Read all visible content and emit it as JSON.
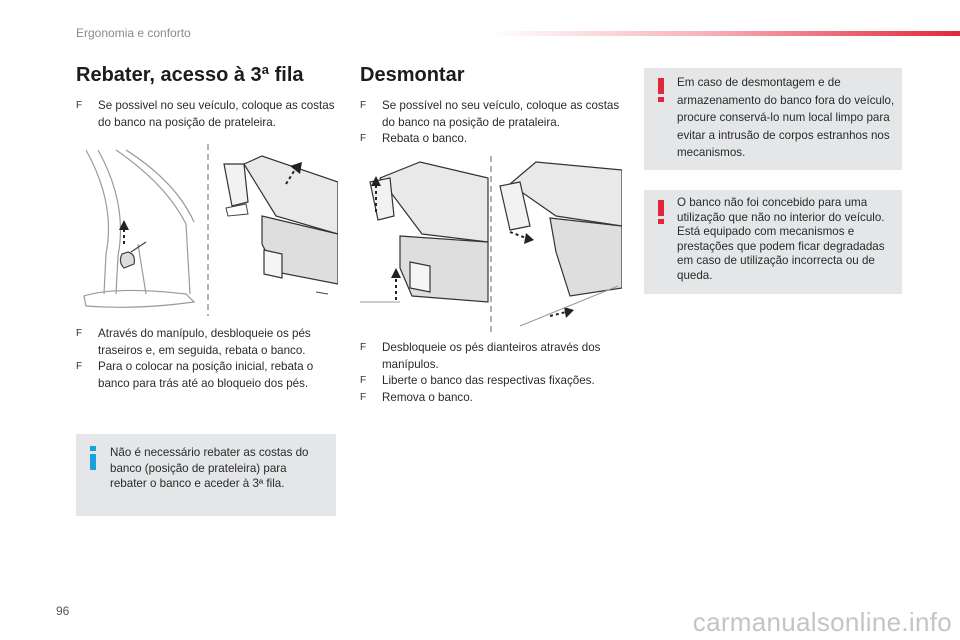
{
  "header": {
    "section_title": "Ergonomia e conforto"
  },
  "left": {
    "title": "Rebater, acesso à 3ª fila",
    "intro": [
      "Se possivel no seu veículo, coloque as costas do banco na posição de prateleira."
    ],
    "steps": [
      "Através do manípulo, desbloqueie os pés traseiros e, em seguida, rebata o banco.",
      "Para o colocar na posição inicial, rebata o banco para trás até ao bloqueio dos pés."
    ],
    "info_box": "Não é necessário rebater as costas do banco (posição de prateleira) para rebater o banco e aceder à 3ª fila."
  },
  "middle": {
    "title": "Desmontar",
    "intro": [
      "Se possível no seu veículo, coloque as costas do banco na posição de prataleira.",
      "Rebata o banco."
    ],
    "steps": [
      "Desbloqueie os pés dianteiros através dos manípulos.",
      "Liberte o banco das respectivas fixações.",
      "Remova o banco."
    ]
  },
  "right": {
    "warning_1": "Em caso de desmontagem e de armazenamento do banco fora do veículo, procure conservá-lo num local limpo para evitar a intrusão de corpos estranhos nos mecanismos.",
    "warning_2": "O banco não foi concebido para uma utilização que não no interior do veículo. Está equipado com mecanismos e prestações que podem ficar degradadas em caso de utilização incorrecta ou de queda."
  },
  "footer": {
    "page_number": "96",
    "watermark": "carmanualsonline.info"
  },
  "icons": {
    "bullet": "F",
    "info": "info-icon",
    "warning": "warning-icon"
  },
  "colors": {
    "accent_red": "#e2263c",
    "info_blue": "#1aa0dc",
    "box_bg": "#e4e6e8"
  }
}
